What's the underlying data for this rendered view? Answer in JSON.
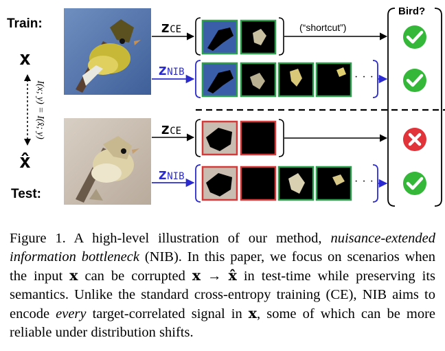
{
  "figure": {
    "train_label": "Train:",
    "test_label": "Test:",
    "var_x": "x",
    "var_xhat": "x̂",
    "mi_label": "I(x; y) = I(x̂; y)",
    "z_ce": "z",
    "z_ce_sub": "CE",
    "z_nib": "z",
    "z_nib_sub": "NIB",
    "shortcut_label": "(“shortcut”)",
    "bird_label": "Bird?",
    "ellipsis": "· · ·",
    "colors": {
      "nib_blue": "#2a2ad0",
      "correct_green": "#35b83a",
      "wrong_red": "#e0343a",
      "patch_green": "#2f9e4f",
      "patch_red": "#d33b3b"
    }
  },
  "caption": {
    "p1": "Figure 1.  A high-level illustration of our method, ",
    "p2": "nuisance-extended information bottleneck",
    "p3": " (NIB). In this paper, we focus on scenarios when the input ",
    "x1": "x",
    "p4": " can be corrupted ",
    "x2": "x",
    "arrow": " → ",
    "x3": "x̂",
    "p5": " in test-time while preserving its semantics. Unlike the standard cross-entropy training (CE), NIB aims to encode ",
    "p6": "every",
    "p7": " target-correlated signal in ",
    "x4": "x",
    "p8": ", some of which can be more reliable under distribution shifts."
  }
}
